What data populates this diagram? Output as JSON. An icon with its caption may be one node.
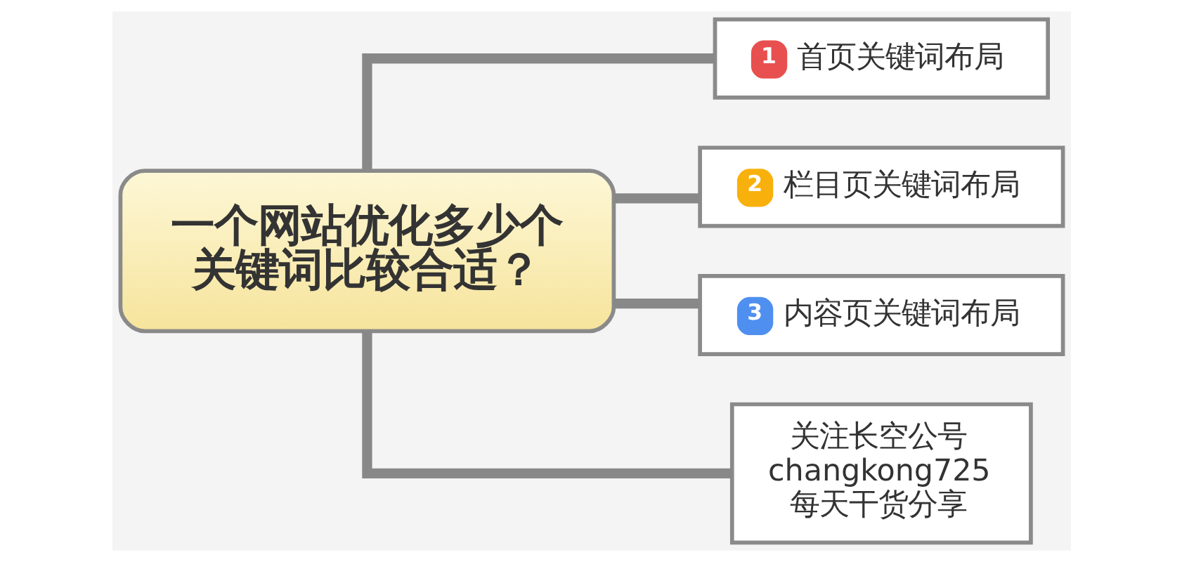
{
  "diagram": {
    "nodes": [
      {
        "text": [
          "一个网站优化多少个关键词比较合适？"
        ]
      },
      {
        "text": [
          "1",
          "首页关键词布局"
        ]
      },
      {
        "text": [
          "2",
          "栏目页关键词布局"
        ]
      },
      {
        "text": [
          "3",
          "内容页关键词布局"
        ]
      },
      {
        "text": [
          "关注长空公号 changkong725 每天干货分享"
        ]
      }
    ],
    "edges": [
      {
        "from": 0,
        "to": 1,
        "arrow": "none"
      },
      {
        "from": 0,
        "to": 2,
        "arrow": "none"
      },
      {
        "from": 0,
        "to": 3,
        "arrow": "none"
      },
      {
        "from": 0,
        "to": 4,
        "arrow": "none"
      }
    ]
  }
}
